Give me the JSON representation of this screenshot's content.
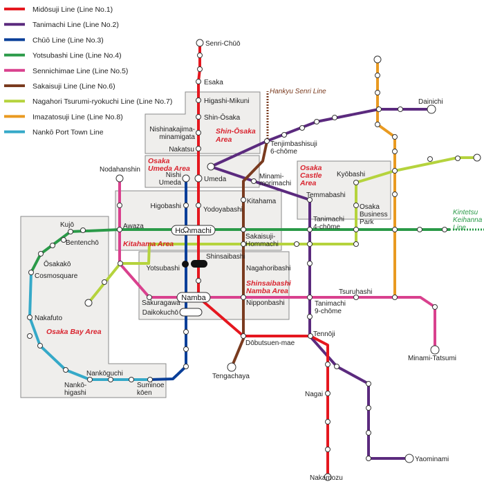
{
  "colors": {
    "midosuji": "#e5171f",
    "tanimachi": "#5b2a7e",
    "chuo": "#0a3f99",
    "yotsubashi": "#2a9a48",
    "sennichimae": "#d9418e",
    "sakaisuji": "#7a3b1f",
    "nagahori": "#b5d33d",
    "imazatosuji": "#e99a21",
    "nanko": "#35a9c8",
    "area_fill": "#efeeec",
    "area_stroke": "#8a8a8a",
    "area_text": "#d9232e"
  },
  "legend": [
    {
      "key": "midosuji",
      "label": "Midōsuji Line (Line No.1)"
    },
    {
      "key": "tanimachi",
      "label": "Tanimachi Line (Line No.2)"
    },
    {
      "key": "chuo",
      "label": "Chūō Line (Line No.3)"
    },
    {
      "key": "yotsubashi",
      "label": "Yotsubashi Line (Line No.4)"
    },
    {
      "key": "sennichimae",
      "label": "Sennichimae Line (Line No.5)"
    },
    {
      "key": "sakaisuji",
      "label": "Sakaisuji Line (Line No.6)"
    },
    {
      "key": "nagahori",
      "label": "Nagahori Tsurumi-ryokuchi Line (Line No.7)"
    },
    {
      "key": "imazatosuji",
      "label": "Imazatosuji Line (Line No.8)"
    },
    {
      "key": "nanko",
      "label": "Nankō Port Town Line"
    }
  ],
  "areas": {
    "shin_osaka": "Shin-Ōsaka Area",
    "umeda": "Osaka Umeda Area",
    "kitahama": "Kitahama Area",
    "castle": "Osaka Castle Area",
    "shinsaibashi": "Shinsaibashi Namba Area",
    "bay": "Osaka Bay Area"
  },
  "external": {
    "hankyu": "Hankyu Senri Line",
    "kintetsu": "Kintetsu Keihanna Line"
  },
  "hubs": {
    "hommachi": "Hommachi",
    "namba": "Namba"
  },
  "stations": {
    "senri_chuo": "Senri-Chūō",
    "esaka": "Esaka",
    "higashi_mikuni": "Higashi-Mikuni",
    "shin_osaka": "Shin-Ōsaka",
    "nishinakajima": "Nishinakajima-minamigata",
    "nakatsu": "Nakatsu",
    "umeda": "Umeda",
    "nishi_umeda": "Nishi Umeda",
    "higobashi": "Higobashi",
    "yodoyabashi": "Yodoyabashi",
    "kitahama": "Kitahama",
    "sakaisuji_hommachi": "Sakaisuji-Hommachi",
    "shinsaibashi": "Shinsaibashi",
    "yotsubashi": "Yotsubashi",
    "nagahoribashi": "Nagahoribashi",
    "sakuragawa": "Sakuragawa",
    "nipponbashi": "Nipponbashi",
    "daikokucho": "Daikokuchō",
    "dobutsuen_mae": "Dōbutsuen-mae",
    "tengachaya": "Tengachaya",
    "tennoji": "Tennōji",
    "nagai": "Nagai",
    "nakamozu": "Nakamozu",
    "dainichi": "Dainichi",
    "tenjimbashisuji": "Tenjimbashisuji 6-chōme",
    "minami_morimachi": "Minami-morimachi",
    "temmabashi": "Temmabashi",
    "tanimachi4": "Tanimachi 4-chōme",
    "tanimachi9": "Tanimachi 9-chōme",
    "yaominami": "Yaominami",
    "kyobashi": "Kyōbashi",
    "obp": "Osaka Business Park",
    "tsuruhashi": "Tsuruhashi",
    "minami_tatsumi": "Minami-Tatsumi",
    "nodahanshin": "Nodahanshin",
    "awaza": "Awaza",
    "kujo": "Kujō",
    "bentencho": "Bentenchō",
    "osakako": "Ōsakakō",
    "cosmosquare": "Cosmosquare",
    "nakafuto": "Nakafuto",
    "nanko_higashi": "Nankō-higashi",
    "nankoguchi": "Nankōguchi",
    "suminoe_koen": "Suminoe kōen"
  }
}
